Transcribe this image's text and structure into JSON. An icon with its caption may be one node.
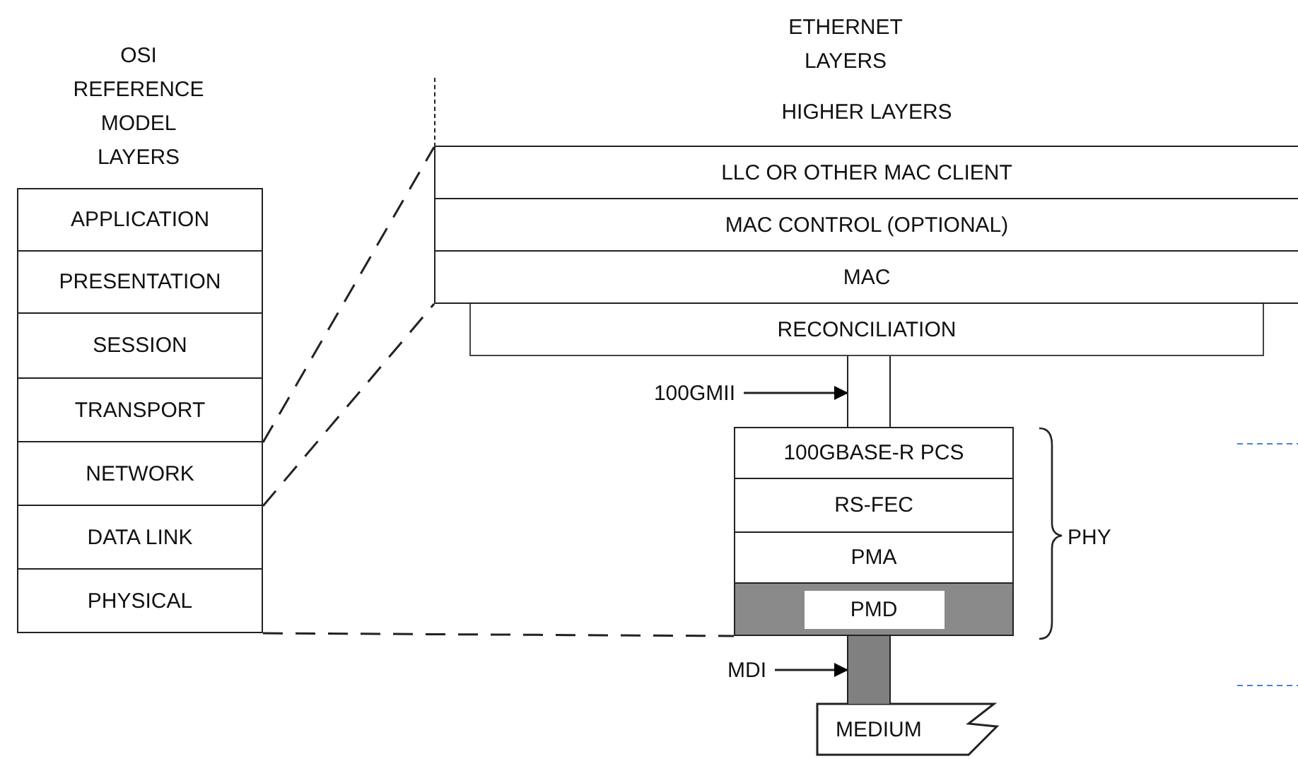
{
  "diagram": {
    "nodes": [
      {
        "text": [
          "APPLICATION"
        ]
      },
      {
        "text": [
          "PRESENTATION"
        ]
      },
      {
        "text": [
          "SESSION"
        ]
      },
      {
        "text": [
          "TRANSPORT"
        ]
      },
      {
        "text": [
          "NETWORK"
        ]
      },
      {
        "text": [
          "DATA LINK"
        ]
      },
      {
        "text": [
          "PHYSICAL"
        ]
      },
      {
        "text": [
          "HIGHER LAYERS"
        ]
      },
      {
        "text": [
          "LLC OR OTHER MAC CLIENT"
        ]
      },
      {
        "text": [
          "MAC CONTROL (OPTIONAL)"
        ]
      },
      {
        "text": [
          "MAC"
        ]
      },
      {
        "text": [
          "RECONCILIATION"
        ]
      },
      {
        "text": [
          "100GBASE-R PCS"
        ]
      },
      {
        "text": [
          "RS-FEC"
        ]
      },
      {
        "text": [
          "PMA"
        ]
      },
      {
        "text": [
          "PMD"
        ]
      },
      {
        "text": [
          "MEDIUM"
        ]
      },
      {
        "text": [
          "100GMII"
        ]
      },
      {
        "text": [
          "MDI"
        ]
      },
      {
        "text": [],
        "shape": "bar"
      },
      {
        "text": [],
        "shape": "bar"
      }
    ],
    "edges": [
      {
        "from": 4,
        "to": 8,
        "arrow": "none",
        "style": "dashed"
      },
      {
        "from": 5,
        "to": 10,
        "arrow": "none",
        "style": "dashed"
      },
      {
        "from": 6,
        "to": 15,
        "arrow": "none",
        "style": "dashed"
      },
      {
        "from": 17,
        "to": 19,
        "arrow": "to"
      },
      {
        "from": 18,
        "to": 20,
        "arrow": "to"
      }
    ],
    "labels": [
      "OSI REFERENCE MODEL LAYERS",
      "ETHERNET LAYERS",
      "PHY"
    ]
  }
}
